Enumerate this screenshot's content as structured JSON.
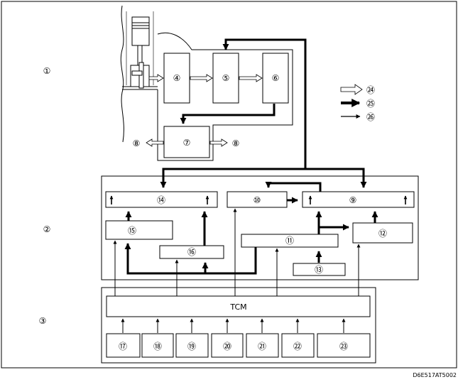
{
  "callouts": {
    "c1": "①",
    "c2": "②",
    "c3": "③",
    "c4": "④",
    "c5": "⑤",
    "c6": "⑥",
    "c7": "⑦",
    "c8": "⑧",
    "c9": "⑨",
    "c10": "⑩",
    "c11": "⑪",
    "c12": "⑫",
    "c13": "⑬",
    "c14": "⑭",
    "c15": "⑮",
    "c16": "⑯",
    "c17": "⑰",
    "c18": "⑱",
    "c19": "⑲",
    "c20": "⑳",
    "c21": "㉑",
    "c22": "㉒",
    "c23": "㉓",
    "c24": "㉔",
    "c25": "㉕",
    "c26": "㉖"
  },
  "tcm_label": "TCM",
  "figure_code": "D6E517AT5002"
}
